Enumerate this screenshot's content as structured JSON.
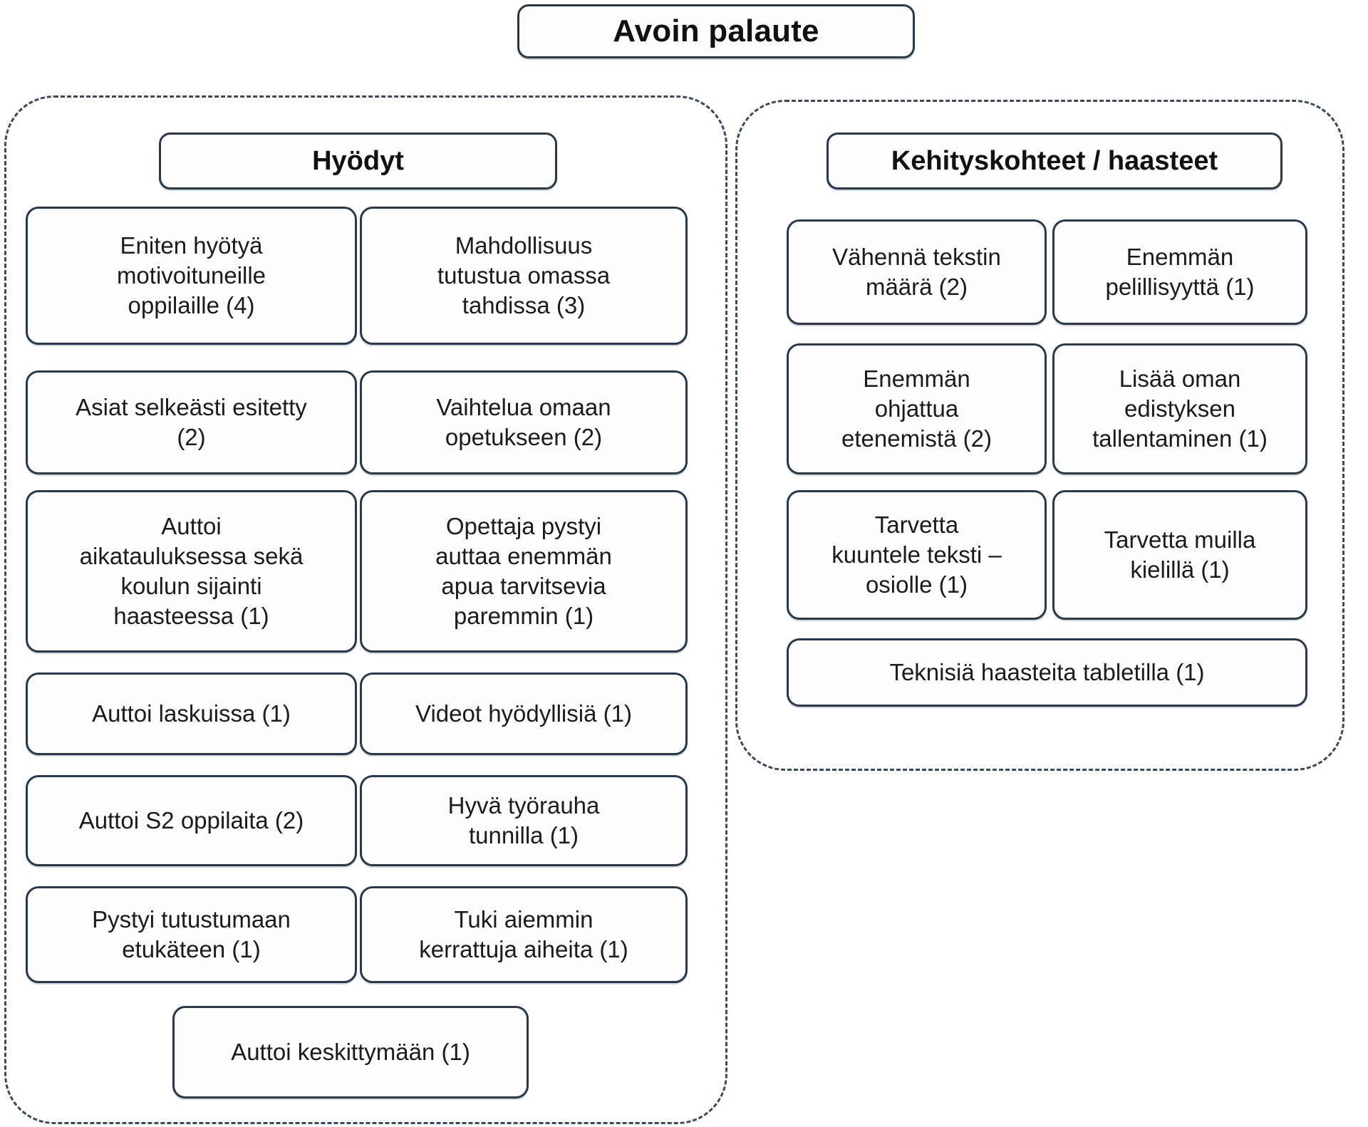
{
  "diagram": {
    "title": "Avoin palaute",
    "sections": [
      {
        "id": "hyodyt",
        "header": "Hyödyt",
        "items": [
          {
            "text": "Eniten hyötyä\nmotivoituneille\noppilaille (4)",
            "count": 4
          },
          {
            "text": "Mahdollisuus\ntutustua omassa\ntahdissa (3)",
            "count": 3
          },
          {
            "text": "Asiat selkeästi esitetty\n(2)",
            "count": 2
          },
          {
            "text": "Vaihtelua omaan\nopetukseen (2)",
            "count": 2
          },
          {
            "text": "Auttoi\naikatauluksessa sekä\nkoulun sijainti\nhaasteessa (1)",
            "count": 1
          },
          {
            "text": "Opettaja pystyi\nauttaa enemmän\napua tarvitsevia\nparemmin (1)",
            "count": 1
          },
          {
            "text": "Auttoi laskuissa (1)",
            "count": 1
          },
          {
            "text": "Videot hyödyllisiä (1)",
            "count": 1
          },
          {
            "text": "Auttoi S2 oppilaita (2)",
            "count": 2
          },
          {
            "text": "Hyvä työrauha\ntunnilla (1)",
            "count": 1
          },
          {
            "text": "Pystyi tutustumaan\netukäteen (1)",
            "count": 1
          },
          {
            "text": "Tuki aiemmin\nkerrattuja aiheita (1)",
            "count": 1
          },
          {
            "text": "Auttoi keskittymään (1)",
            "count": 1
          }
        ]
      },
      {
        "id": "kehityskohteet",
        "header": "Kehityskohteet / haasteet",
        "items": [
          {
            "text": "Vähennä tekstin\nmäärä (2)",
            "count": 2
          },
          {
            "text": "Enemmän\npelillisyyttä (1)",
            "count": 1
          },
          {
            "text": "Enemmän\nohjattua\netenemistä (2)",
            "count": 2
          },
          {
            "text": "Lisää oman\nedistyksen\ntallentaminen (1)",
            "count": 1
          },
          {
            "text": "Tarvetta\nkuuntele teksti –\nosiolle (1)",
            "count": 1
          },
          {
            "text": "Tarvetta muilla\nkielillä (1)",
            "count": 1
          },
          {
            "text": "Teknisiä haasteita tabletilla (1)",
            "count": 1
          }
        ]
      }
    ],
    "colors": {
      "border": "#27394b",
      "dashed_border": "#3a4a5a",
      "card_background": "#fdfdfd",
      "text": "#1b1b1b",
      "page_background": "#ffffff"
    }
  }
}
